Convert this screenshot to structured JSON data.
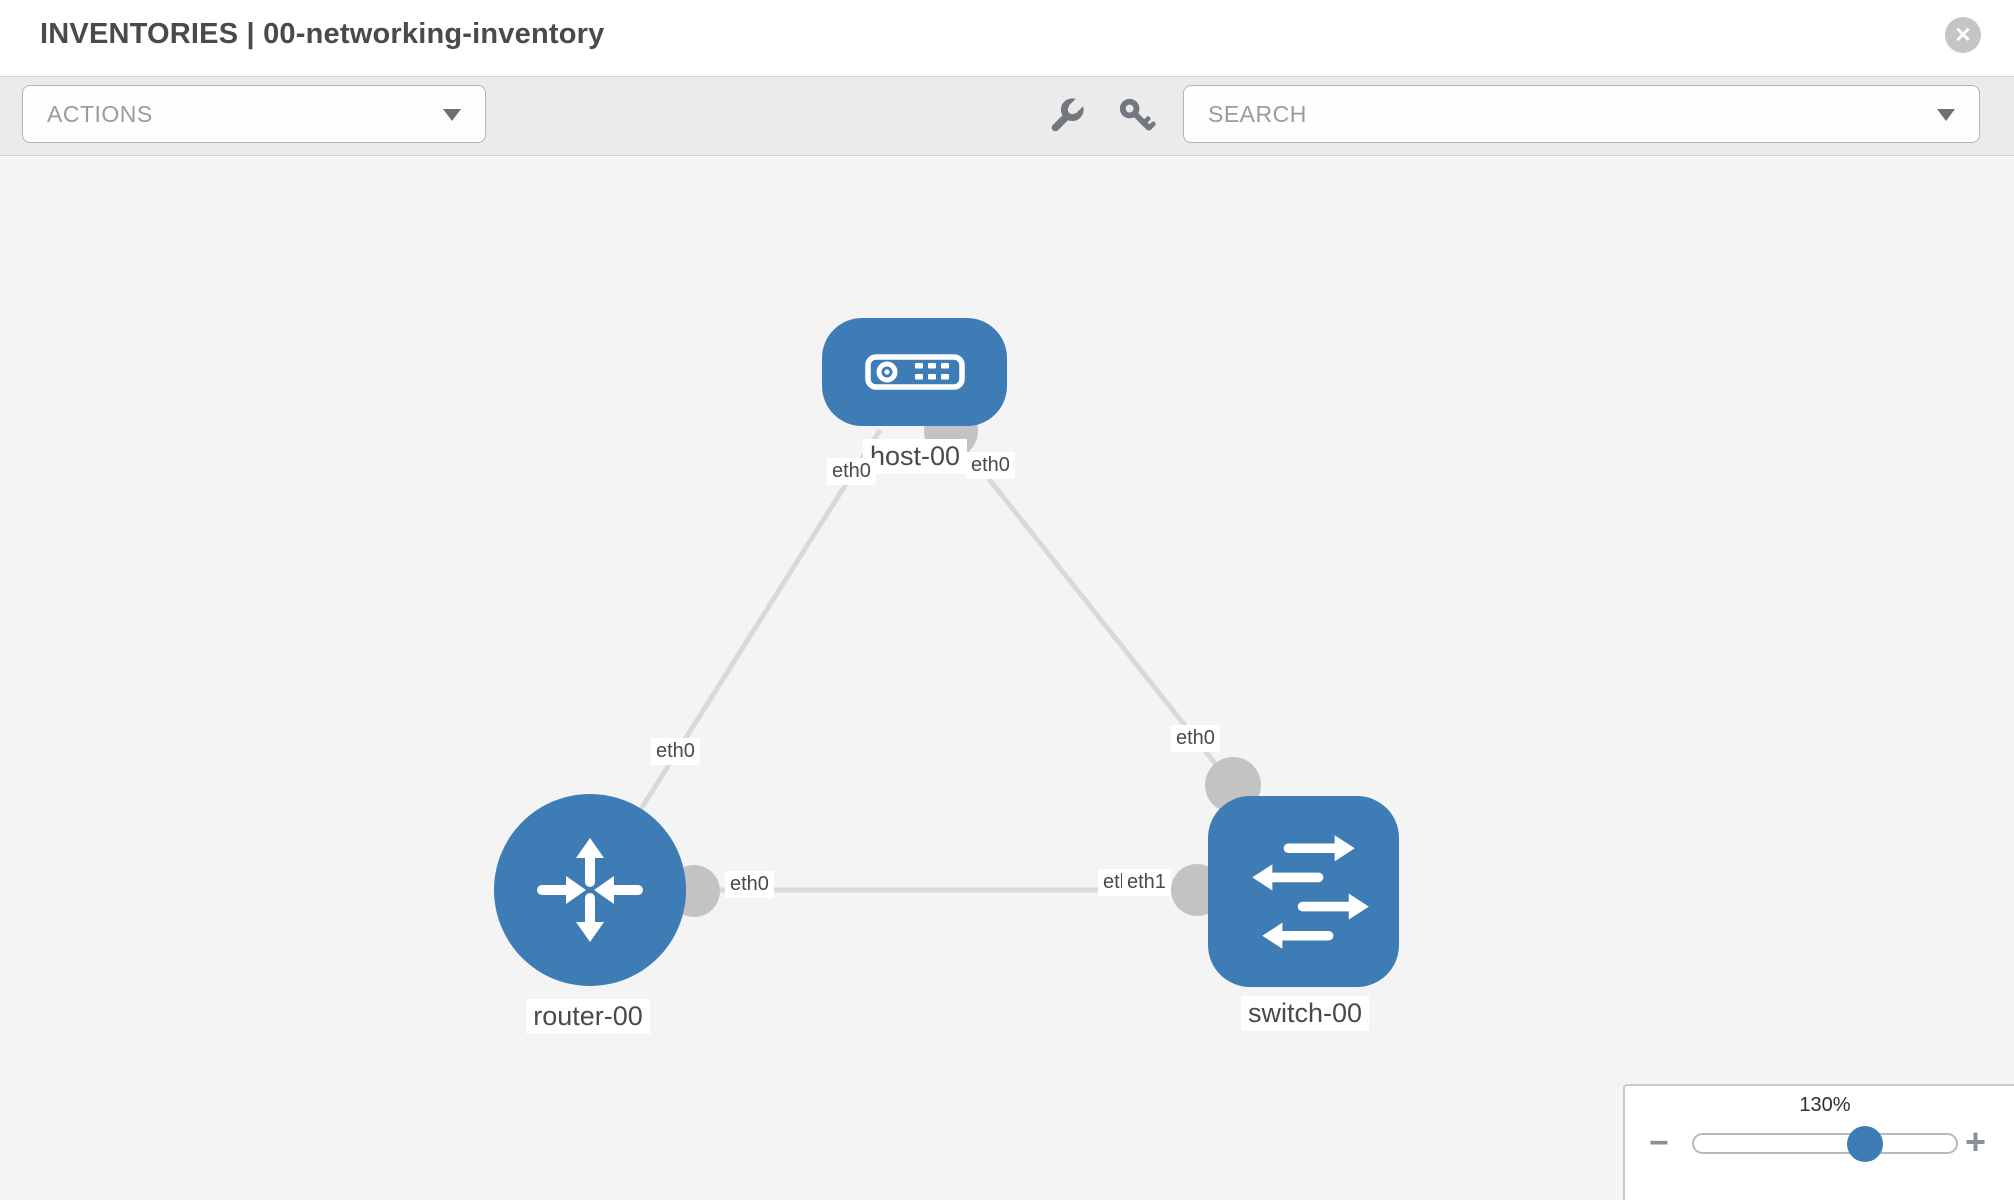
{
  "header": {
    "title": "INVENTORIES | 00-networking-inventory",
    "close_glyph": "✕"
  },
  "toolbar": {
    "actions_label": "ACTIONS",
    "search_placeholder": "SEARCH"
  },
  "topology": {
    "nodes": [
      {
        "id": "host-00",
        "type": "host",
        "label": "host-00"
      },
      {
        "id": "router-00",
        "type": "router",
        "label": "router-00"
      },
      {
        "id": "switch-00",
        "type": "switch",
        "label": "switch-00"
      }
    ],
    "links": [
      {
        "from": "host-00",
        "to": "router-00"
      },
      {
        "from": "host-00",
        "to": "switch-00"
      },
      {
        "from": "router-00",
        "to": "switch-00"
      }
    ],
    "iface_labels": {
      "host_end_to_router": "eth0",
      "host_end_to_switch": "eth0",
      "router_end_to_host": "eth0",
      "switch_end_to_host": "eth0",
      "router_end_to_switch": "eth0",
      "switch_end_to_router_back": "eth0",
      "switch_end_to_router_front": "eth1"
    }
  },
  "zoom_control": {
    "level": "130%",
    "minus_label": "−",
    "plus_label": "+"
  },
  "colors": {
    "node_blue": "#3d7cb5",
    "link_gray": "#d9d9d9",
    "port_gray": "#c3c3c3",
    "toolbar_gray": "#ebebeb",
    "text_dark": "#4a4a4a",
    "placeholder_gray": "#9b9b9b"
  }
}
